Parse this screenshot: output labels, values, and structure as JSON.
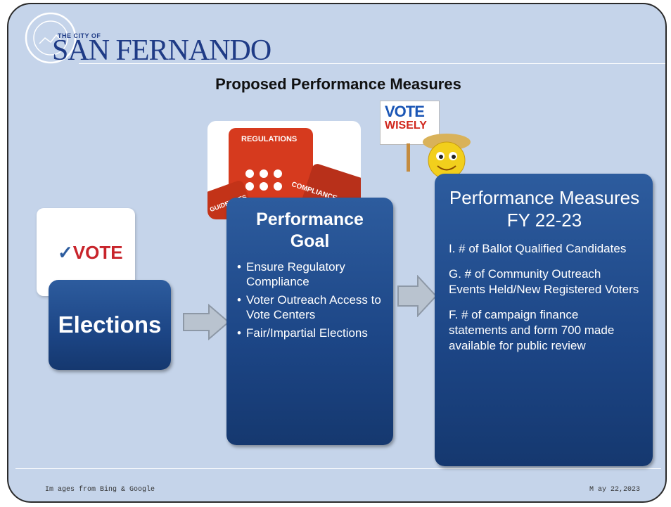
{
  "header": {
    "city_small": "THE CITY OF",
    "city_name": "SAN FERNANDO",
    "slide_title": "Proposed Performance Measures"
  },
  "elections_box": {
    "label": "Elections"
  },
  "vote_card": {
    "text": "VOTE"
  },
  "regulations_image": {
    "words": [
      "REGULATIONS",
      "COMPLIANCE",
      "GUIDELINES"
    ]
  },
  "vote_wisely_sign": {
    "line1": "VOTE",
    "line2": "WISELY"
  },
  "goal_box": {
    "title": "Performance Goal",
    "bullets": [
      "Ensure Regulatory Compliance",
      "Voter Outreach Access to Vote Centers",
      "Fair/Impartial Elections"
    ]
  },
  "measures_box": {
    "title": "Performance Measures FY 22-23",
    "items": [
      "I.  # of Ballot Qualified Candidates",
      "G. # of Community Outreach Events Held/New Registered Voters",
      "F. # of campaign finance statements and form 700 made available for public review"
    ]
  },
  "footer": {
    "credit": "Im ages from  Bing & Google",
    "date": "M ay 22,2023"
  },
  "colors": {
    "background": "#c5d4ea",
    "box": "#1c4585",
    "brand": "#1f3b86",
    "vote_red": "#c8242b"
  }
}
